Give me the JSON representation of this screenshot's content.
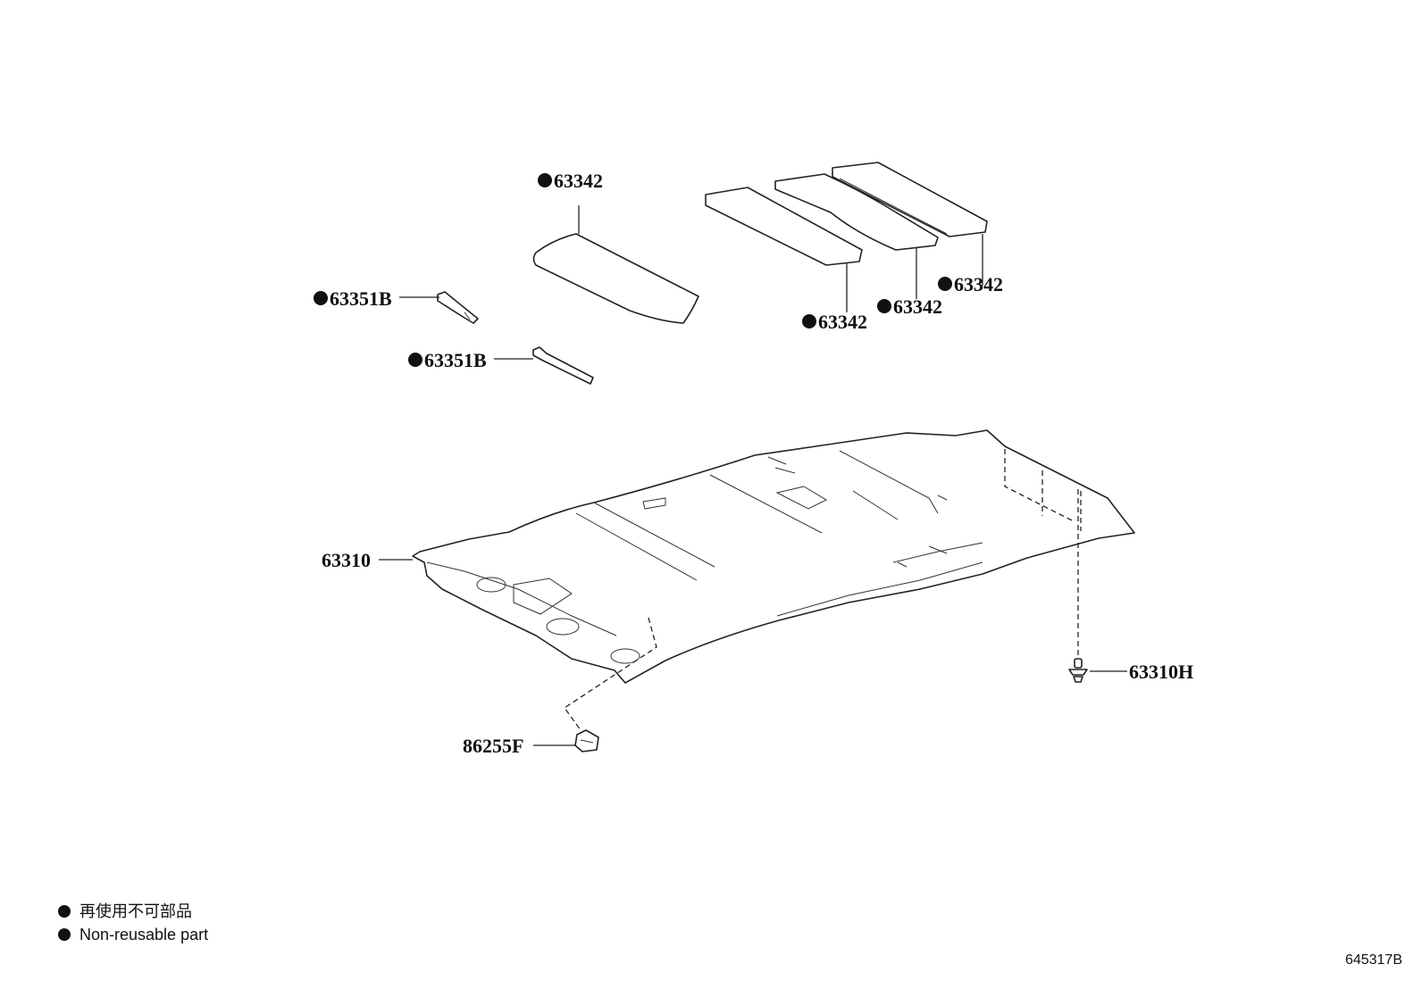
{
  "labels": {
    "pad_left": "63342",
    "pad_1": "63342",
    "pad_2": "63342",
    "pad_3": "63342",
    "clip_upper": "63351B",
    "clip_lower": "63351B",
    "headlining": "63310",
    "clip_right": "63310H",
    "nut": "86255F"
  },
  "legend": {
    "line_jp": "再使用不可部品",
    "line_en": "Non-reusable part"
  },
  "reference_number": "645317B"
}
